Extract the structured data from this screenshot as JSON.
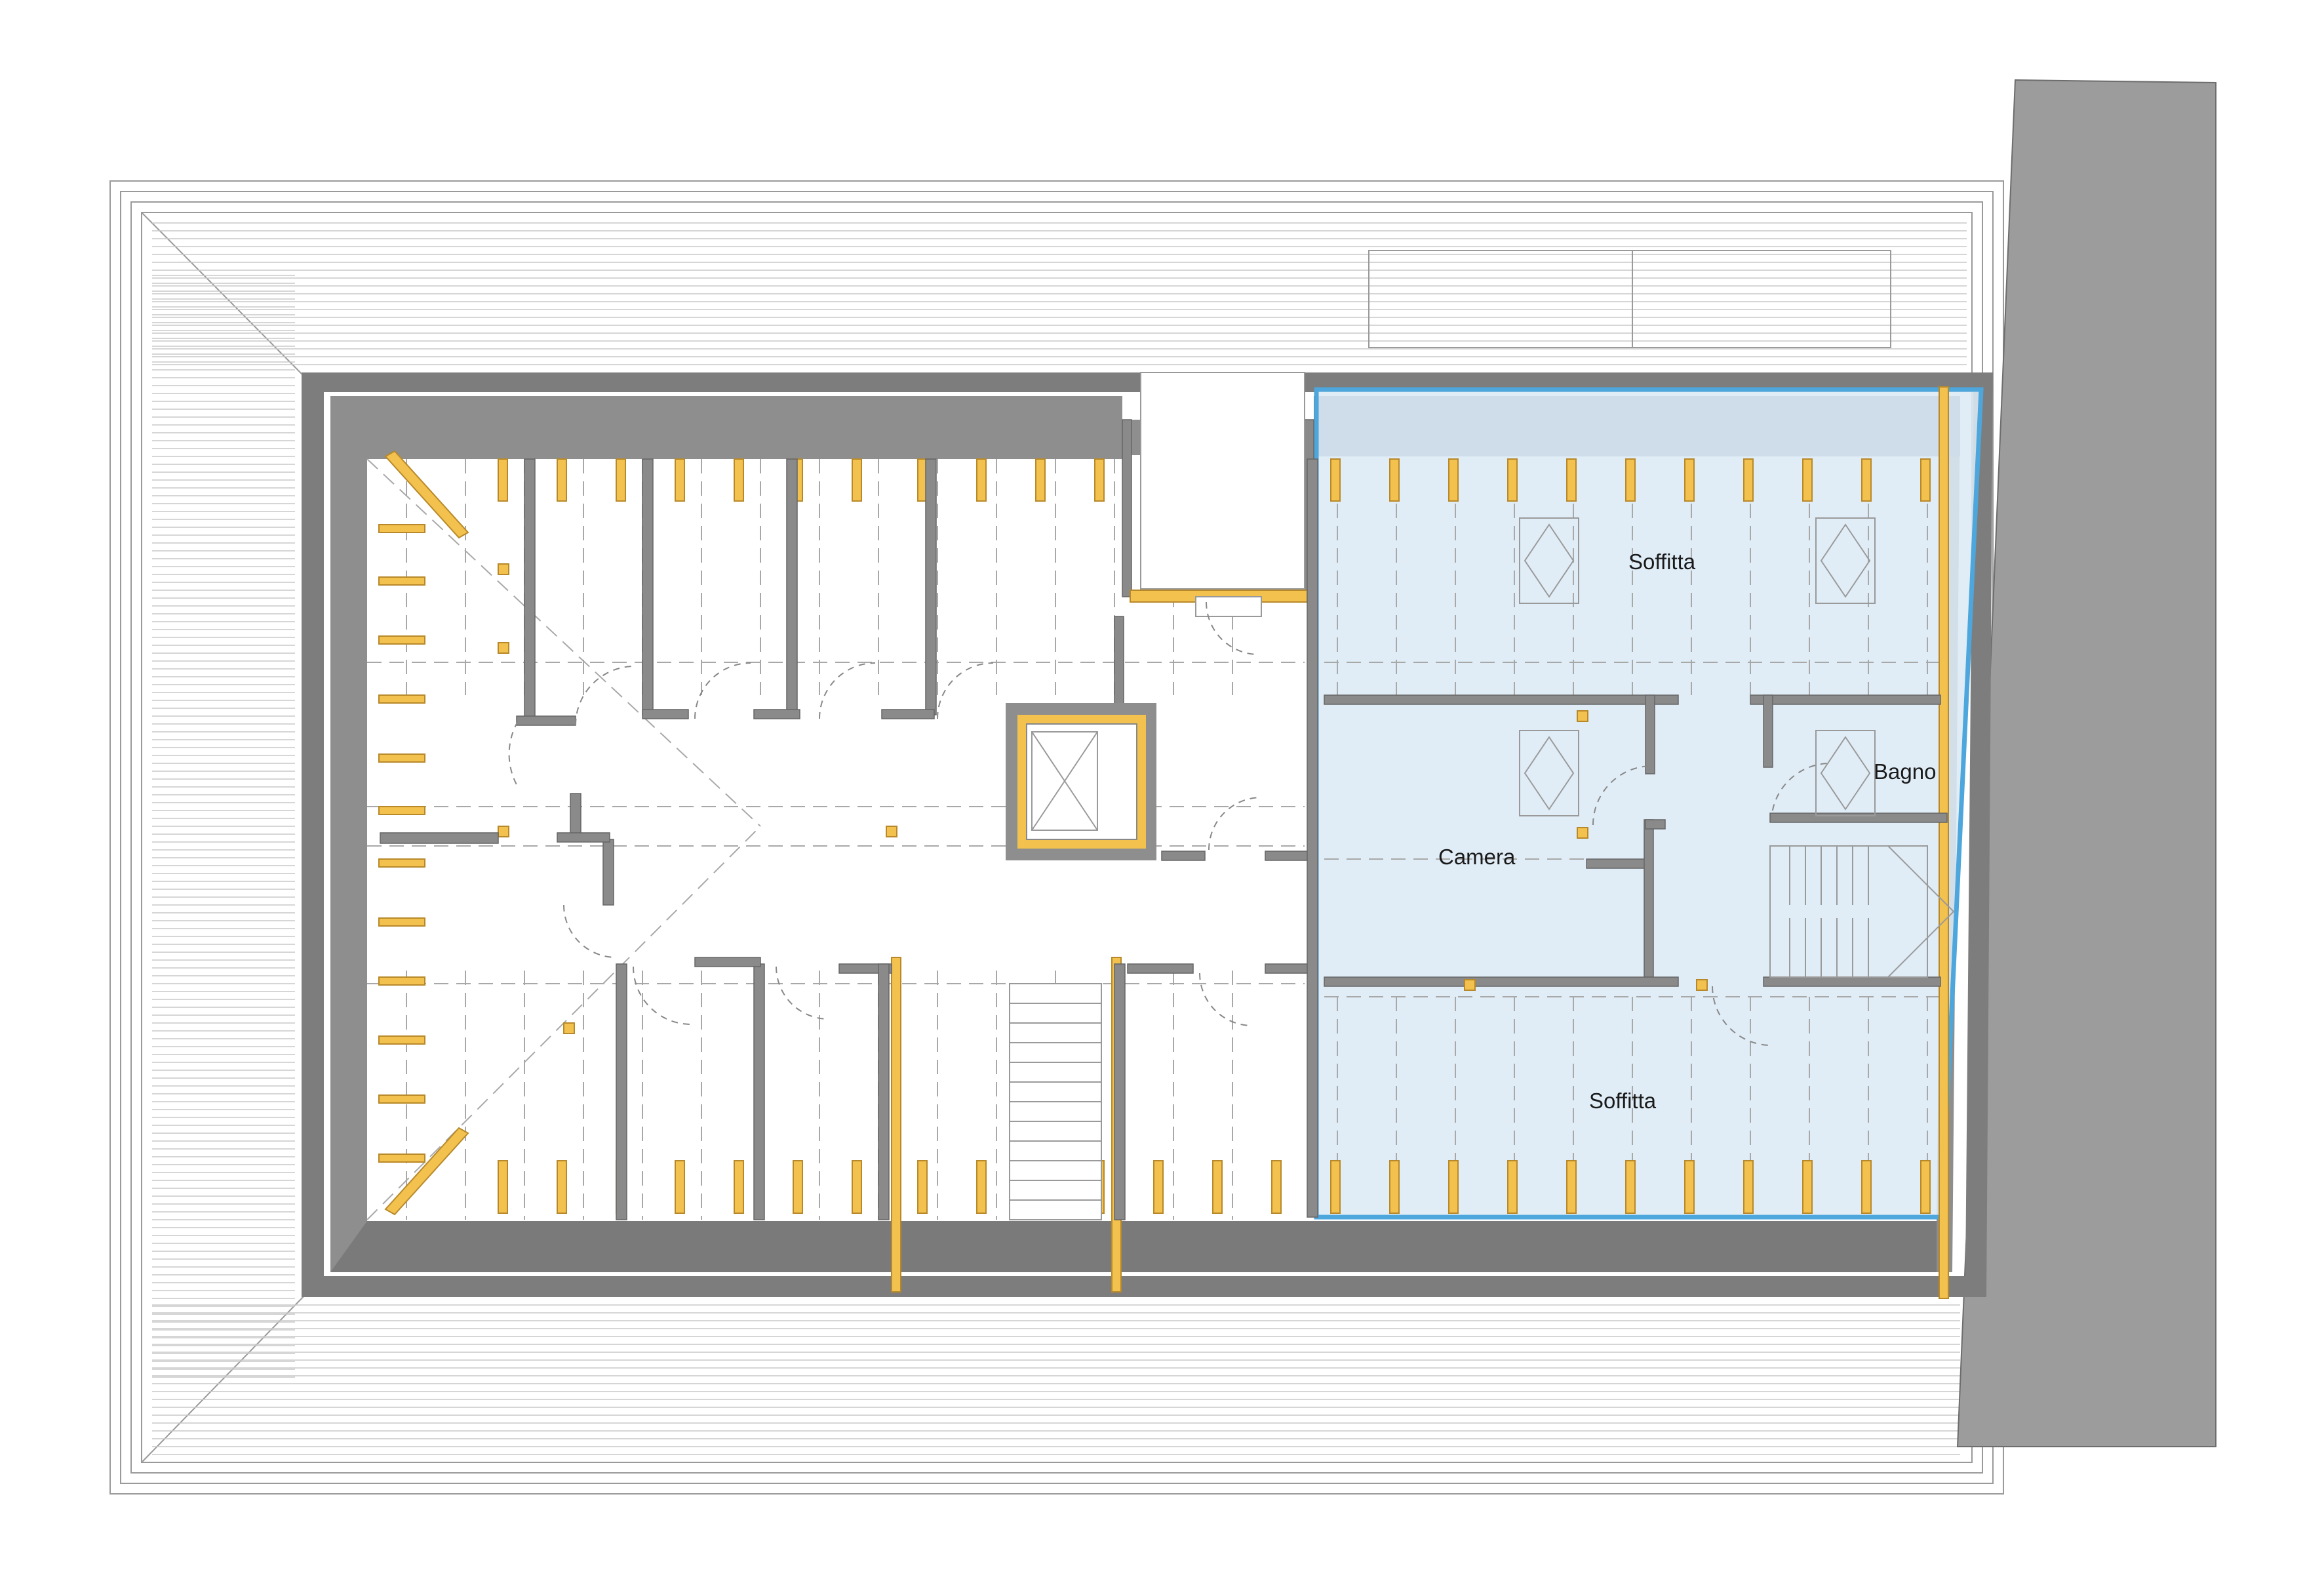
{
  "plan": {
    "rooms": {
      "soffitta_top": "Soffitta",
      "bagno": "Bagno",
      "camera": "Camera",
      "soffitta_bottom": "Soffitta"
    },
    "colors": {
      "highlight_fill": "#dcebf6",
      "highlight_stroke": "#4da6dc",
      "wall": "#7d7d7d",
      "neighbour_building": "#9c9c9c",
      "beam": "#f2c14e"
    }
  }
}
